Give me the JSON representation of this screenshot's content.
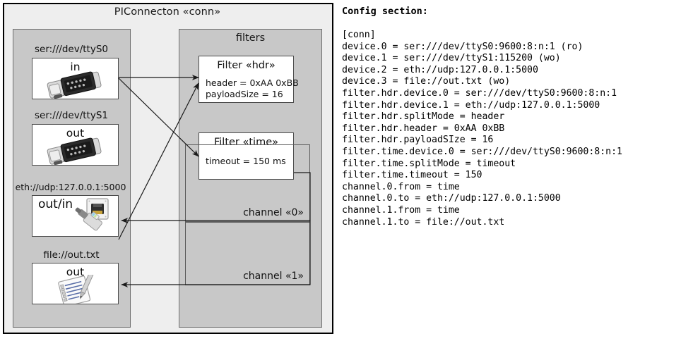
{
  "diagram": {
    "title": "PIConnecton «conn»",
    "devices_group": {
      "name": "devices-group",
      "items": [
        {
          "label": "ser:///dev/ttyS0",
          "io": "in",
          "icon": "serial-db9-icon"
        },
        {
          "label": "ser:///dev/ttyS1",
          "io": "out",
          "icon": "serial-db9-icon"
        },
        {
          "label": "eth://udp:127.0.0.1:5000",
          "io": "out/in",
          "icon": "ethernet-rj45-icon"
        },
        {
          "label": "file://out.txt",
          "io": "out",
          "icon": "text-file-pen-icon"
        }
      ]
    },
    "filters_group": {
      "title": "filters",
      "items": [
        {
          "title": "Filter «hdr»",
          "attrs": "header = 0xAA 0xBB\npayloadSize = 16"
        },
        {
          "title": "Filter «time»",
          "attrs": "timeout = 150 ms"
        }
      ]
    },
    "channels": [
      {
        "label": "channel «0»"
      },
      {
        "label": "channel «1»"
      }
    ]
  },
  "config": {
    "heading": "Config section:",
    "lines": [
      "[conn]",
      "device.0 = ser:///dev/ttyS0:9600:8:n:1 (ro)",
      "device.1 = ser:///dev/ttyS1:115200 (wo)",
      "device.2 = eth://udp:127.0.0.1:5000",
      "device.3 = file://out.txt (wo)",
      "filter.hdr.device.0 = ser:///dev/ttyS0:9600:8:n:1",
      "filter.hdr.device.1 = eth://udp:127.0.0.1:5000",
      "filter.hdr.splitMode = header",
      "filter.hdr.header = 0xAA 0xBB",
      "filter.hdr.payloadSIze = 16",
      "filter.time.device.0 = ser:///dev/ttyS0:9600:8:n:1",
      "filter.time.splitMode = timeout",
      "filter.time.timeout = 150",
      "channel.0.from = time",
      "channel.0.to = eth://udp:127.0.0.1:5000",
      "channel.1.from = time",
      "channel.1.to = file://out.txt"
    ]
  },
  "colors": {
    "frame_bg": "#eeeeee",
    "panel_bg": "#c8c8c8",
    "box_bg": "#ffffff",
    "border": "#4a4a4a",
    "stroke": "#1a1a1a"
  }
}
